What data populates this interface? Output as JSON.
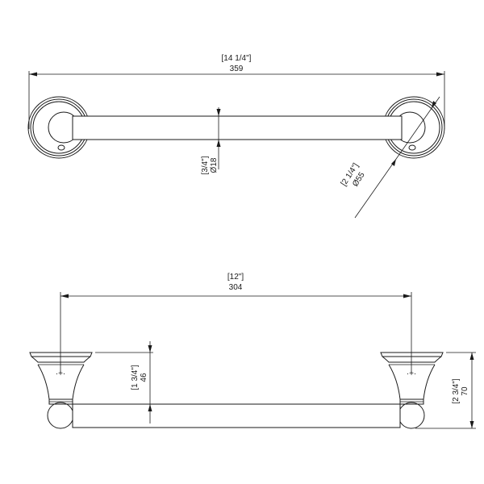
{
  "top_view": {
    "overall_length": {
      "imperial": "[14 1/4\"]",
      "metric": "359"
    },
    "bar_diameter": {
      "imperial": "[3/4\"]",
      "metric": "Ø18"
    },
    "rosette_diameter": {
      "imperial": "[2 1/4\"]",
      "metric": "Ø55"
    }
  },
  "side_view": {
    "center_to_center": {
      "imperial": "[12\"]",
      "metric": "304"
    },
    "projection_to_bar": {
      "imperial": "[1 3/4\"]",
      "metric": "46"
    },
    "total_projection": {
      "imperial": "[2 3/4\"]",
      "metric": "70"
    }
  }
}
